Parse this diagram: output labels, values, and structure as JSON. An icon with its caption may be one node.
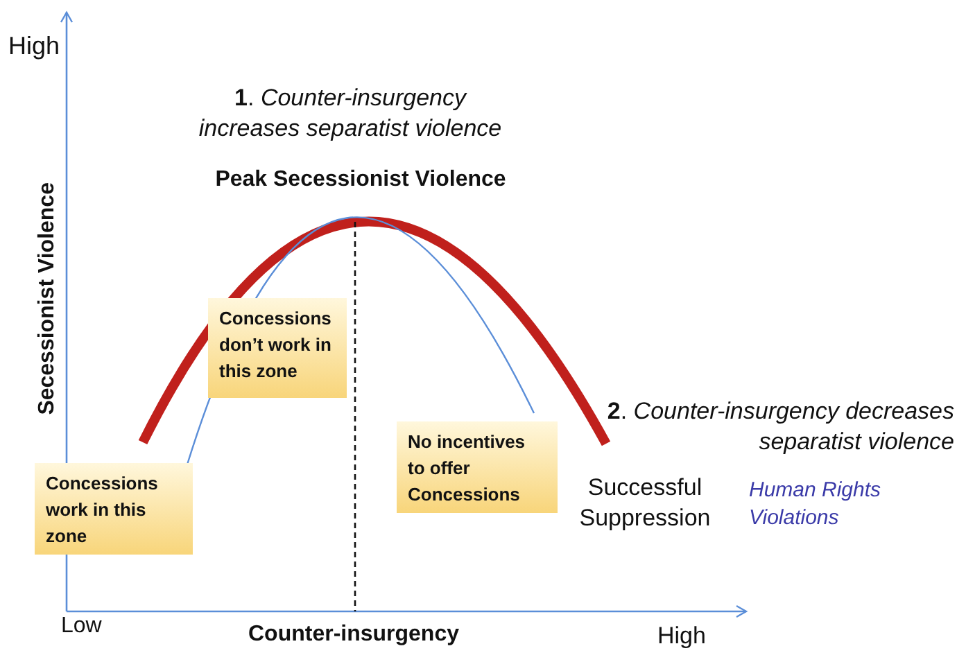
{
  "diagram": {
    "nodes": [
      {
        "text": [
          "Concessions don’t work in this zone"
        ]
      },
      {
        "text": [
          "No incentives to offer Concessions"
        ]
      },
      {
        "text": [
          "Concessions work in this zone"
        ]
      }
    ],
    "edges": [],
    "labels": [
      "High",
      "**1**. *Counter-insurgency increases separatist violence*",
      "Peak Secessionist Violence",
      "Secessionist Violence",
      "**2**. *Counter-insurgency decreases separatist violence*",
      "Successful Suppression",
      "Human Rights Violations",
      "Low",
      "Counter-insurgency",
      "High"
    ]
  }
}
